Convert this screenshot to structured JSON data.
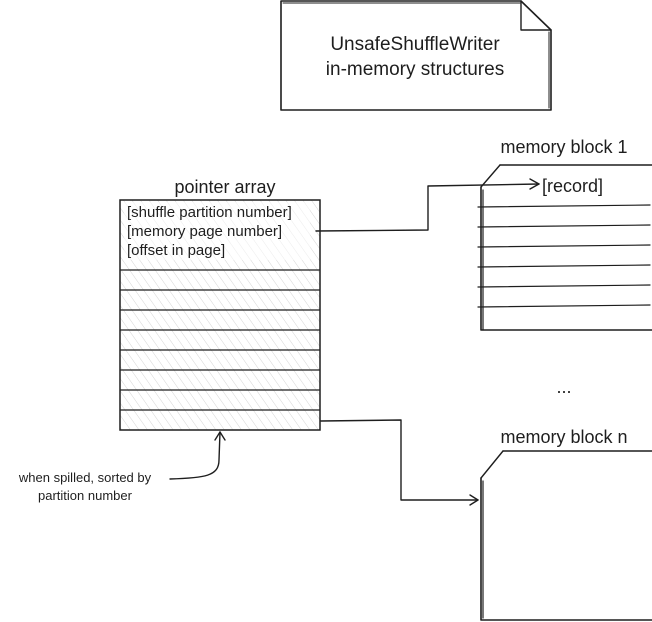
{
  "note_box": {
    "line1": "UnsafeShuffleWriter",
    "line2": "in-memory structures"
  },
  "pointer_array": {
    "title": "pointer array",
    "fields": [
      "[shuffle partition number]",
      "[memory page number]",
      "[offset in page]"
    ]
  },
  "memory_block_1": {
    "title": "memory block 1",
    "record_label": "[record]"
  },
  "ellipsis": "...",
  "memory_block_n": {
    "title": "memory block n"
  },
  "annotation": {
    "line1": "when spilled, sorted by",
    "line2": "partition number"
  },
  "colors": {
    "ink": "#1e1e1e",
    "hatch": "#d4d4d4",
    "background": "#ffffff"
  }
}
